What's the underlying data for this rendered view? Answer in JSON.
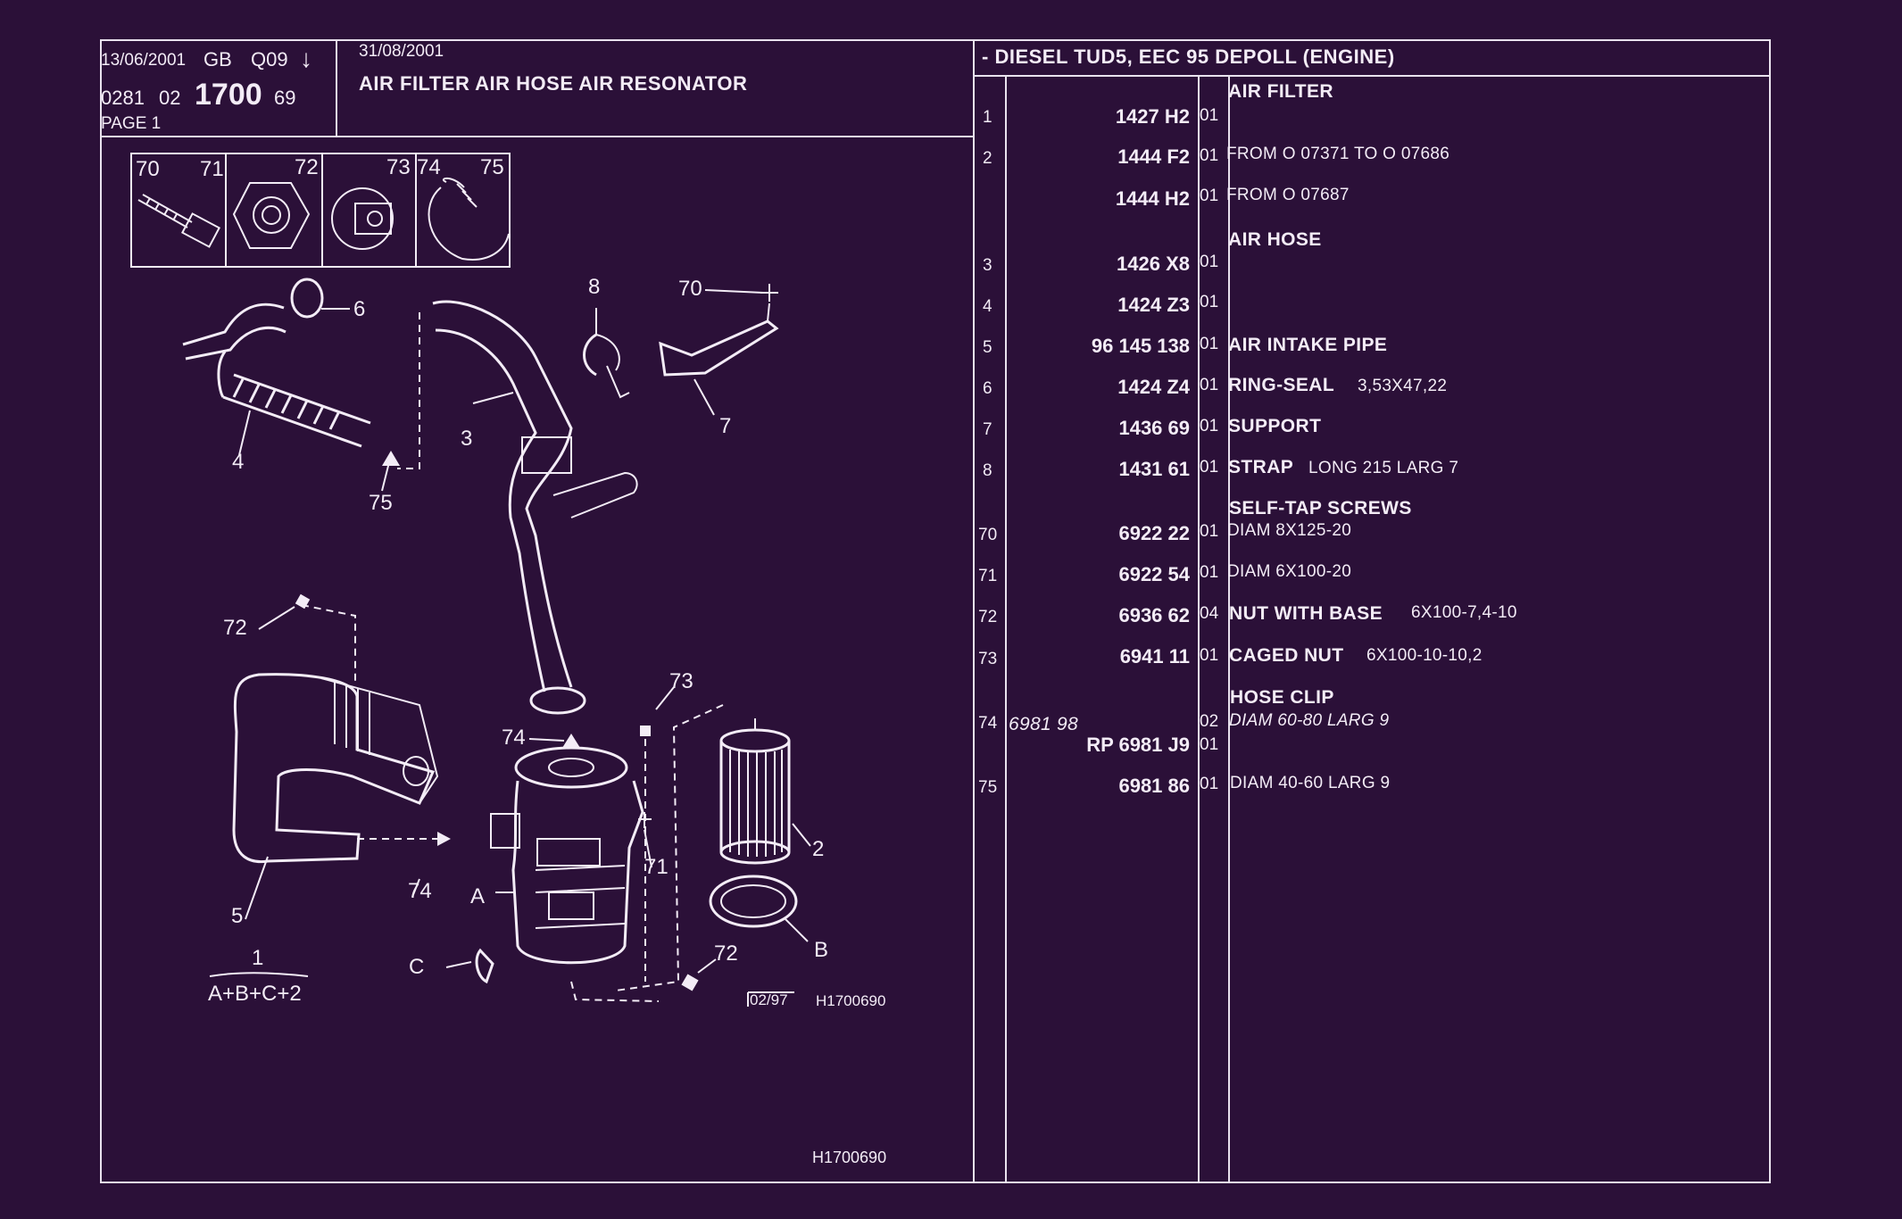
{
  "header": {
    "left_date": "13/06/2001",
    "region": "GB",
    "code": "Q09",
    "arrow": "↓",
    "ref_a": "0281",
    "ref_b": "02",
    "ref_main": "1700",
    "ref_c": "69",
    "page": "PAGE 1",
    "update_date": "31/08/2001",
    "title": "AIR FILTER AIR HOSE AIR RESONATOR",
    "engine": "- DIESEL TUD5, EEC 95 DEPOLL (ENGINE)"
  },
  "diagram": {
    "inset_labels": [
      "70",
      "71",
      "72",
      "73",
      "74",
      "75"
    ],
    "callouts": [
      "6",
      "8",
      "70",
      "3",
      "7",
      "4",
      "75",
      "72",
      "73",
      "74",
      "2",
      "5",
      "74",
      "A",
      "71",
      "72",
      "B",
      "C",
      "1"
    ],
    "assembly_formula": "A+B+C+2",
    "stamp_date": "02/97",
    "figure_code": "H1700690",
    "footer_code": "H1700690"
  },
  "parts": [
    {
      "num": "",
      "ref": "",
      "qty": "",
      "desc": "AIR FILTER",
      "detail": ""
    },
    {
      "num": "1",
      "ref": "1427 H2",
      "qty": "01",
      "desc": "",
      "detail": ""
    },
    {
      "num": "2",
      "ref": "1444 F2",
      "qty": "01",
      "desc": "",
      "detail": "FROM  O  07371  TO  O  07686"
    },
    {
      "num": "",
      "ref": "1444 H2",
      "qty": "01",
      "desc": "",
      "detail": "FROM  O  07687"
    },
    {
      "num": "",
      "ref": "",
      "qty": "",
      "desc": "AIR HOSE",
      "detail": ""
    },
    {
      "num": "3",
      "ref": "1426 X8",
      "qty": "01",
      "desc": "",
      "detail": ""
    },
    {
      "num": "4",
      "ref": "1424 Z3",
      "qty": "01",
      "desc": "",
      "detail": ""
    },
    {
      "num": "5",
      "ref": "96 145 138",
      "qty": "01",
      "desc": "AIR INTAKE PIPE",
      "detail": ""
    },
    {
      "num": "6",
      "ref": "1424 Z4",
      "qty": "01",
      "desc": "RING-SEAL",
      "detail": "3,53X47,22"
    },
    {
      "num": "7",
      "ref": "1436 69",
      "qty": "01",
      "desc": "SUPPORT",
      "detail": ""
    },
    {
      "num": "8",
      "ref": "1431 61",
      "qty": "01",
      "desc": "STRAP",
      "detail": "LONG 215 LARG 7"
    },
    {
      "num": "",
      "ref": "",
      "qty": "",
      "desc": "SELF-TAP SCREWS",
      "detail": ""
    },
    {
      "num": "70",
      "ref": "6922 22",
      "qty": "01",
      "desc": "",
      "detail": "DIAM 8X125-20"
    },
    {
      "num": "71",
      "ref": "6922 54",
      "qty": "01",
      "desc": "",
      "detail": "DIAM 6X100-20"
    },
    {
      "num": "72",
      "ref": "6936 62",
      "qty": "04",
      "desc": "NUT WITH BASE",
      "detail": "6X100-7,4-10"
    },
    {
      "num": "73",
      "ref": "6941 11",
      "qty": "01",
      "desc": "CAGED NUT",
      "detail": "6X100-10-10,2"
    },
    {
      "num": "",
      "ref": "",
      "qty": "",
      "desc": "HOSE CLIP",
      "detail": ""
    },
    {
      "num": "74",
      "ref": "6981 98",
      "qty": "02",
      "desc": "",
      "detail": "DIAM 60-80 LARG 9"
    },
    {
      "num": "",
      "ref": "RP  6981 J9",
      "qty": "01",
      "desc": "",
      "detail": ""
    },
    {
      "num": "75",
      "ref": "6981 86",
      "qty": "01",
      "desc": "",
      "detail": "DIAM 40-60 LARG 9"
    }
  ]
}
